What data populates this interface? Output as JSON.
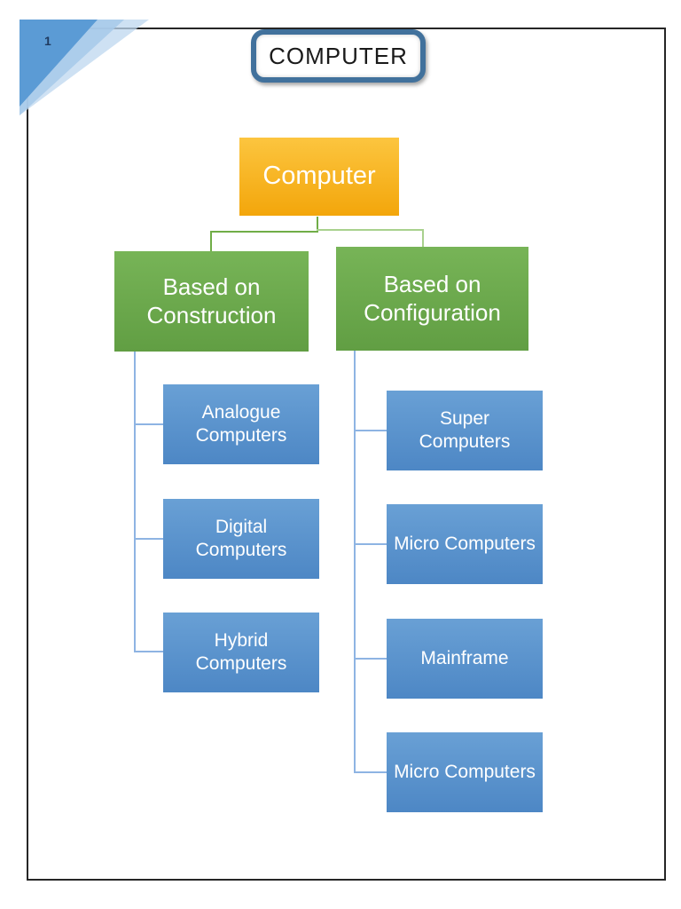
{
  "page": {
    "number": "1",
    "border_color": "#262626",
    "background": "#ffffff"
  },
  "header": {
    "title": "COMPUTER",
    "title_border_color": "#41719c",
    "title_text_color": "#1a1a1a"
  },
  "corner_decoration": {
    "colors": [
      "#5b9bd5",
      "#85b5e2",
      "#bdd7ef"
    ]
  },
  "diagram": {
    "type": "hierarchy",
    "root": {
      "label": "Computer",
      "color_top": "#fcc53f",
      "color_bottom": "#f3a60b"
    },
    "branches": [
      {
        "label": "Based on Construction",
        "children": [
          "Analogue Computers",
          "Digital Computers",
          "Hybrid Computers"
        ]
      },
      {
        "label": "Based on Configuration",
        "children": [
          "Super Computers",
          "Micro Computers",
          "Mainframe",
          "Micro Computers"
        ]
      }
    ],
    "branch_color_top": "#77b457",
    "branch_color_bottom": "#619e43",
    "leaf_color_top": "#69a0d5",
    "leaf_color_bottom": "#4d87c5",
    "connector_green": "#70ad47",
    "connector_green_light": "#a9d18e",
    "connector_blue": "#8eb4e3",
    "node_text_color": "#ffffff"
  }
}
